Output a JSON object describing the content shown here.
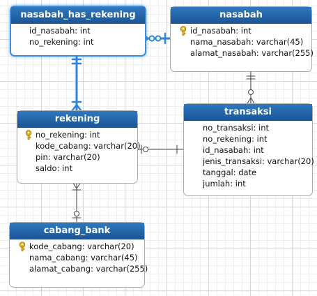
{
  "entities": {
    "nasabah_has_rekening": {
      "title": "nasabah_has_rekening",
      "attributes": [
        {
          "name": "id_nasabah: int",
          "primary_key": false
        },
        {
          "name": "no_rekening: int",
          "primary_key": false
        }
      ]
    },
    "nasabah": {
      "title": "nasabah",
      "attributes": [
        {
          "name": "id_nasabah: int",
          "primary_key": true
        },
        {
          "name": "nama_nasabah: varchar(45)",
          "primary_key": false
        },
        {
          "name": "alamat_nasabah: varchar(255)",
          "primary_key": false
        }
      ]
    },
    "rekening": {
      "title": "rekening",
      "attributes": [
        {
          "name": "no_rekening: int",
          "primary_key": true
        },
        {
          "name": "kode_cabang: varchar(20)",
          "primary_key": false
        },
        {
          "name": "pin: varchar(20)",
          "primary_key": false
        },
        {
          "name": "saldo: int",
          "primary_key": false
        }
      ]
    },
    "transaksi": {
      "title": "transaksi",
      "attributes": [
        {
          "name": "no_transaksi: int",
          "primary_key": false
        },
        {
          "name": "no_rekening: int",
          "primary_key": false
        },
        {
          "name": "id_nasabah: int",
          "primary_key": false
        },
        {
          "name": "jenis_transaksi: varchar(20)",
          "primary_key": false
        },
        {
          "name": "tanggal: date",
          "primary_key": false
        },
        {
          "name": "jumlah: int",
          "primary_key": false
        }
      ]
    },
    "cabang_bank": {
      "title": "cabang_bank",
      "attributes": [
        {
          "name": "kode_cabang: varchar(20)",
          "primary_key": true
        },
        {
          "name": "nama_cabang: varchar(45)",
          "primary_key": false
        },
        {
          "name": "alamat_cabang: varchar(255)",
          "primary_key": false
        }
      ]
    }
  },
  "relationships": [
    {
      "from": "nasabah_has_rekening",
      "to": "nasabah",
      "from_end": "many-mandatory",
      "to_end": "one-mandatory",
      "highlighted": true
    },
    {
      "from": "nasabah_has_rekening",
      "to": "rekening",
      "from_end": "many-mandatory",
      "to_end": "one-mandatory",
      "highlighted": true
    },
    {
      "from": "nasabah",
      "to": "transaksi",
      "from_end": "one-mandatory",
      "to_end": "many-optional",
      "highlighted": false
    },
    {
      "from": "rekening",
      "to": "transaksi",
      "from_end": "one-optional",
      "to_end": "one-mandatory",
      "highlighted": false
    },
    {
      "from": "rekening",
      "to": "cabang_bank",
      "from_end": "many-mandatory",
      "to_end": "one-optional",
      "highlighted": false
    }
  ],
  "colors": {
    "header": "#1f63a8",
    "highlight_line": "#2f86d8",
    "line": "#444444",
    "key_icon": "#e8b820"
  }
}
